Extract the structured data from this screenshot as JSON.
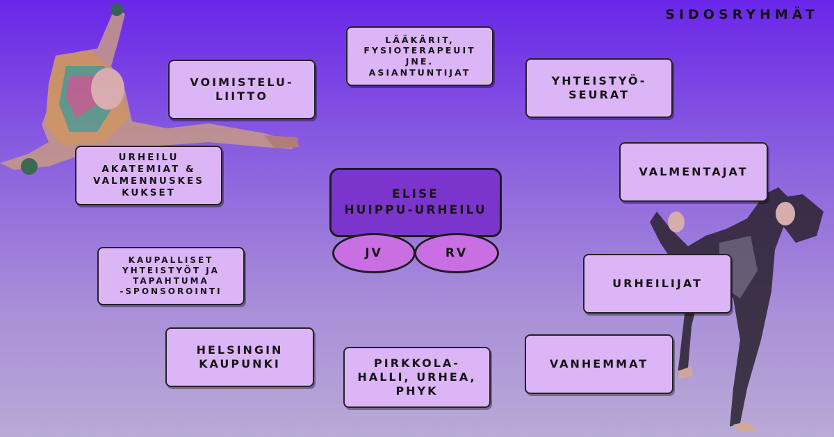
{
  "title": "SIDOSRYHMÄT",
  "center": {
    "line1": "ELISE",
    "line2": "HUIPPU-URHEILU"
  },
  "ovals": {
    "left": "JV",
    "right": "RV"
  },
  "nodes": {
    "voimisteluliitto": [
      "VOIMISTELU-",
      "LIITTO"
    ],
    "laakarit": [
      "LÄÄKÄRIT,",
      "FYSIOTERAPEUIT",
      "JNE.",
      "ASIANTUNTIJAT"
    ],
    "yhteistyoseurat": [
      "YHTEISTYÖ-",
      "SEURAT"
    ],
    "akatemiat": [
      "URHEILU",
      "AKATEMIAT &",
      "VALMENNUSKES",
      "KUKSET"
    ],
    "valmentajat": [
      "VALMENTAJAT"
    ],
    "kaupalliset": [
      "KAUPALLISET",
      "YHTEISTYÖT JA",
      "TAPAHTUMA",
      "-SPONSOROINTI"
    ],
    "urheilijat": [
      "URHEILIJAT"
    ],
    "helsinki": [
      "HELSINGIN",
      "KAUPUNKI"
    ],
    "pirkkola": [
      "PIRKKOLA-",
      "HALLI, URHEA,",
      "PHYK"
    ],
    "vanhemmat": [
      "VANHEMMAT"
    ]
  },
  "colors": {
    "box": "#dcb5f7",
    "center": "#7c35cc",
    "oval": "#c96fe3"
  }
}
